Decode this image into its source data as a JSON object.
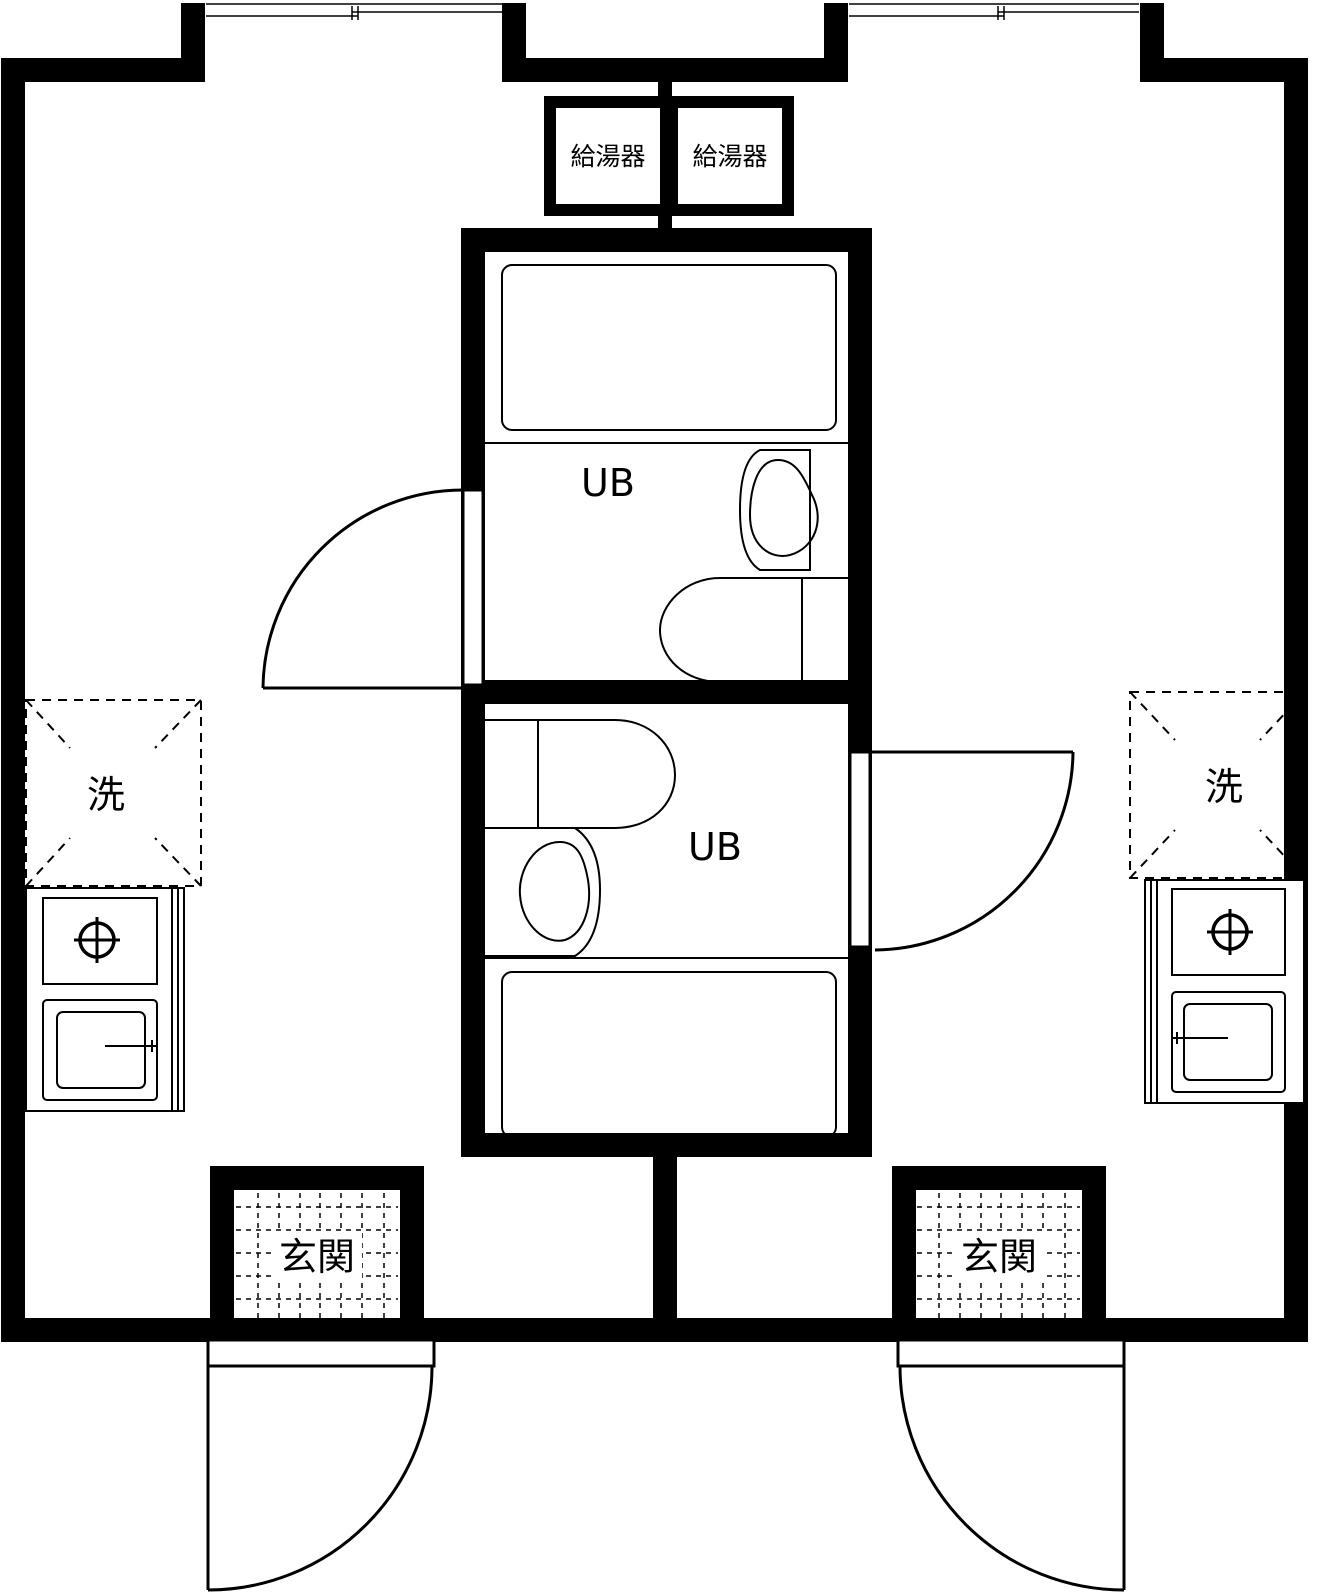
{
  "floor_plan": {
    "units": [
      {
        "heater_label": "給湯器",
        "bath_label": "UB",
        "laundry_label": "洗",
        "entrance_label": "玄関"
      },
      {
        "heater_label": "給湯器",
        "bath_label": "UB",
        "laundry_label": "洗",
        "entrance_label": "玄関"
      }
    ]
  }
}
